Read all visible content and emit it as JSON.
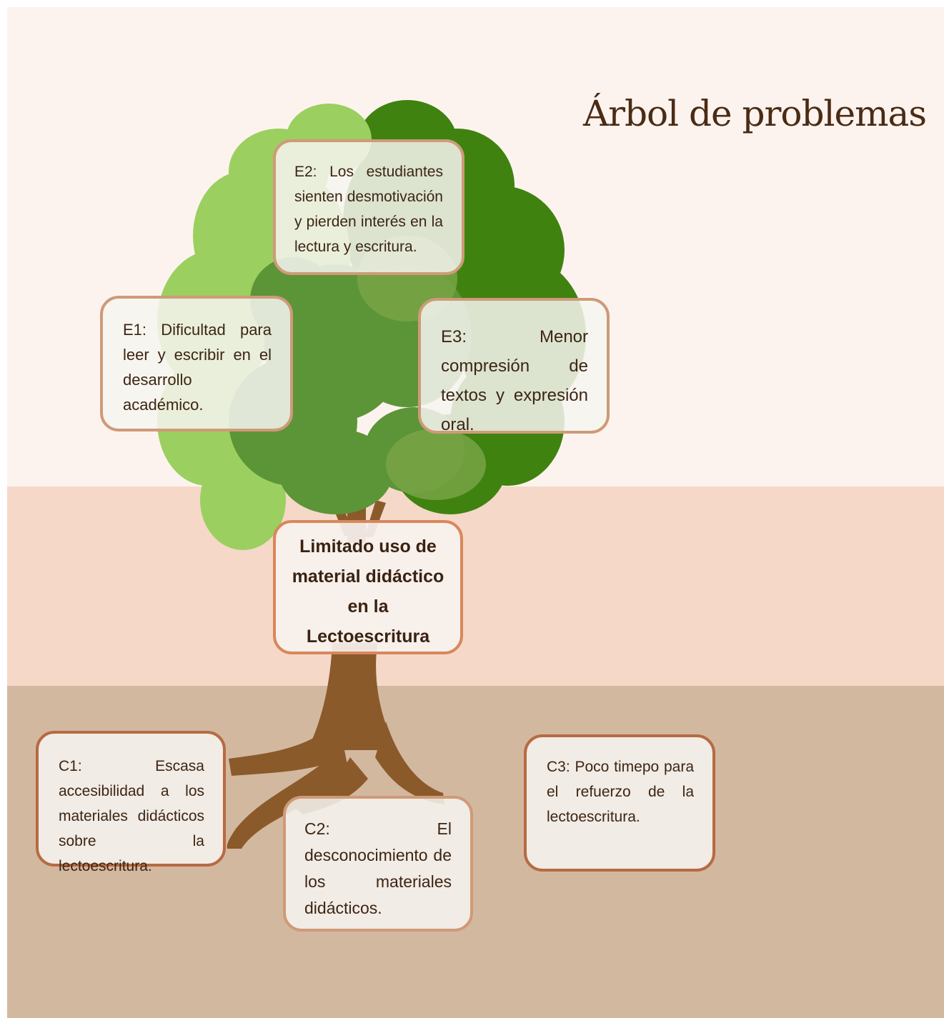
{
  "title": "Árbol de problemas",
  "central_problem": "Limitado uso de material didáctico en la Lectoescritura",
  "effects": [
    {
      "id": "E1",
      "text": "E1: Dificultad para leer y escribir en el desarrollo académico."
    },
    {
      "id": "E2",
      "text": "E2: Los estudiantes sienten desmotivación y pierden interés en la lectura y escritura."
    },
    {
      "id": "E3",
      "text": "E3: Menor compresión de textos y expresión oral."
    }
  ],
  "causes": [
    {
      "id": "C1",
      "text": "C1: Escasa accesibilidad a los materiales didácticos sobre la lectoescritura."
    },
    {
      "id": "C2",
      "text": "C2: El desconocimiento de los materiales didácticos."
    },
    {
      "id": "C3",
      "text": "C3: Poco timepo para el refuerzo de la lectoescritura."
    }
  ],
  "colors": {
    "sky": "#fdf3ee",
    "middle_band": "#f5d8c8",
    "ground": "#d3b8a0",
    "trunk": "#8b5a2b",
    "foliage_light": "#9bcf5f",
    "foliage_mid": "#5c9538",
    "foliage_dark": "#3f8210",
    "title_text": "#4a2b14"
  }
}
